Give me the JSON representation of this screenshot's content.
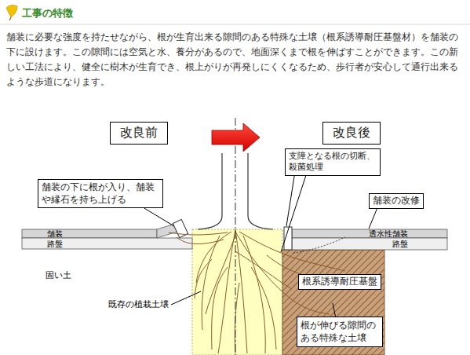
{
  "diagram": {
    "title": "工事の特徴",
    "nodes": [
      {
        "text": [
          "改良前"
        ]
      },
      {
        "text": [
          "改良後"
        ]
      },
      {
        "text": [
          "支障となる根の切断、殺菌処理"
        ]
      },
      {
        "text": [
          "舗装の下に根が入り、舗装や縁石を持ち上げる"
        ]
      },
      {
        "text": [
          "舗装の改修"
        ]
      },
      {
        "text": [
          "根系誘導耐圧基盤"
        ]
      },
      {
        "text": [
          "根が伸びる隙間のある特殊な土壌"
        ]
      }
    ],
    "labels": [
      "舗装に必要な強度を持たせながら、根が生育出来る隙間のある特殊な土壌（根系誘導耐圧基盤材）を舗装の下に設けます。この隙間には空気と水、養分があるので、地面深くまで根を伸ばすことができます。この新しい工法により、健全に樹木が生育でき、根上がりが再発しにくくなるため、歩行者が安心して通行出来るような歩道になります。",
      "舗装",
      "路盤",
      "固い土",
      "既存の植栽土壌",
      "透水性舗装",
      "路盤"
    ]
  }
}
